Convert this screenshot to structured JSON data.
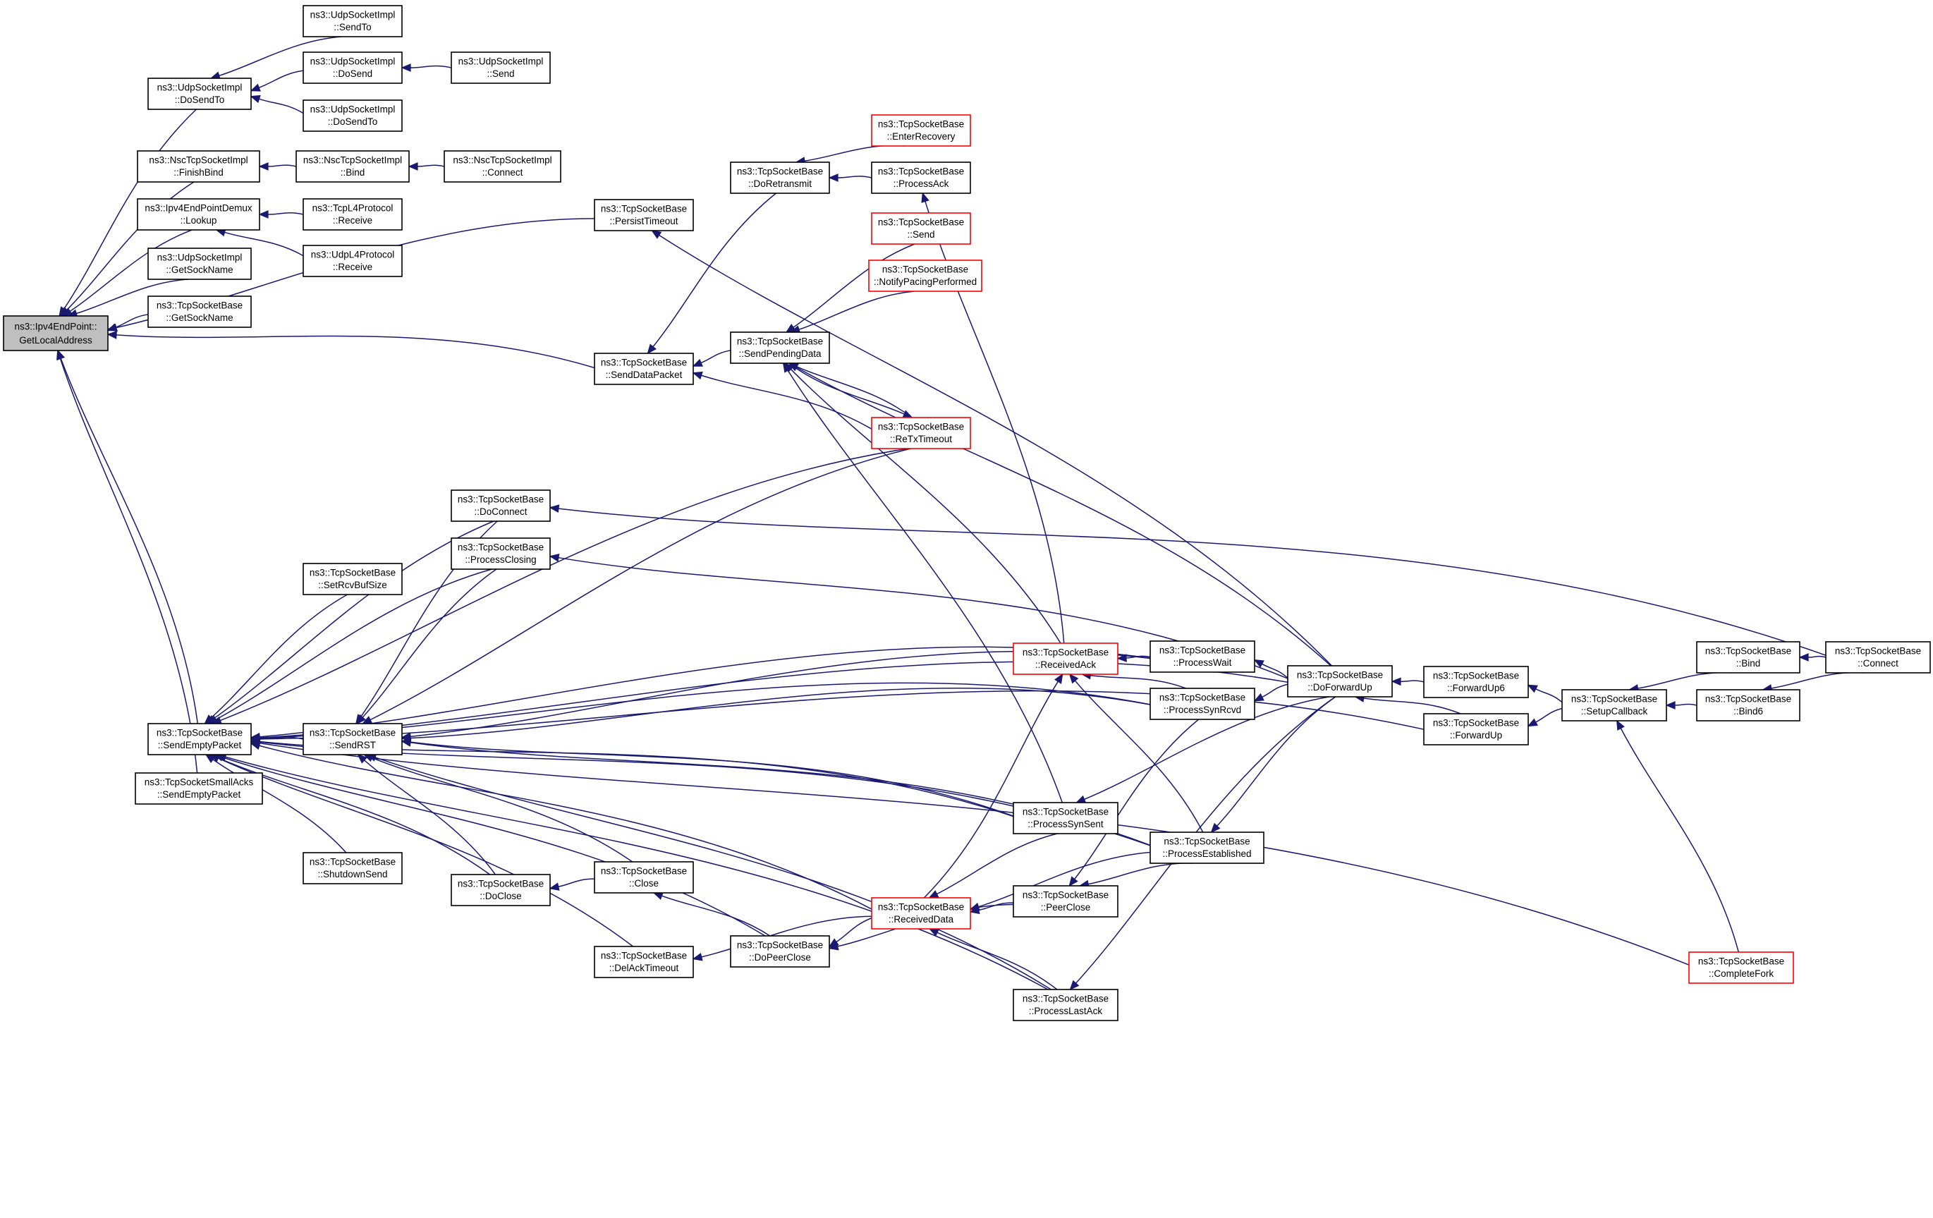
{
  "graph": {
    "title": "",
    "edge_color": "#191970",
    "truncated_border_color": "#ff0000",
    "root_fill": "#bfbfbf",
    "nodes": [
      {
        "id": "root",
        "l1": "ns3::Ipv4EndPoint::",
        "l2": "GetLocalAddress",
        "style": "root"
      },
      {
        "id": "udp_dosendto",
        "l1": "ns3::UdpSocketImpl",
        "l2": "::DoSendTo"
      },
      {
        "id": "udp_sendto",
        "l1": "ns3::UdpSocketImpl",
        "l2": "::SendTo"
      },
      {
        "id": "udp_dosend",
        "l1": "ns3::UdpSocketImpl",
        "l2": "::DoSend"
      },
      {
        "id": "udp_send",
        "l1": "ns3::UdpSocketImpl",
        "l2": "::Send"
      },
      {
        "id": "udp_dosendto2",
        "l1": "ns3::UdpSocketImpl",
        "l2": "::DoSendTo"
      },
      {
        "id": "nsc_finishbind",
        "l1": "ns3::NscTcpSocketImpl",
        "l2": "::FinishBind"
      },
      {
        "id": "nsc_bind",
        "l1": "ns3::NscTcpSocketImpl",
        "l2": "::Bind"
      },
      {
        "id": "nsc_connect",
        "l1": "ns3::NscTcpSocketImpl",
        "l2": "::Connect"
      },
      {
        "id": "demux_lookup",
        "l1": "ns3::Ipv4EndPointDemux",
        "l2": "::Lookup"
      },
      {
        "id": "tcpl4_receive",
        "l1": "ns3::TcpL4Protocol",
        "l2": "::Receive"
      },
      {
        "id": "udpl4_receive",
        "l1": "ns3::UdpL4Protocol",
        "l2": "::Receive"
      },
      {
        "id": "udp_getsockname",
        "l1": "ns3::UdpSocketImpl",
        "l2": "::GetSockName"
      },
      {
        "id": "tcp_getsockname",
        "l1": "ns3::TcpSocketBase",
        "l2": "::GetSockName"
      },
      {
        "id": "persisttimeout",
        "l1": "ns3::TcpSocketBase",
        "l2": "::PersistTimeout"
      },
      {
        "id": "senddatapacket",
        "l1": "ns3::TcpSocketBase",
        "l2": "::SendDataPacket"
      },
      {
        "id": "doretransmit",
        "l1": "ns3::TcpSocketBase",
        "l2": "::DoRetransmit"
      },
      {
        "id": "enterrecovery",
        "l1": "ns3::TcpSocketBase",
        "l2": "::EnterRecovery",
        "style": "red"
      },
      {
        "id": "processack",
        "l1": "ns3::TcpSocketBase",
        "l2": "::ProcessAck"
      },
      {
        "id": "sendpendingdata",
        "l1": "ns3::TcpSocketBase",
        "l2": "::SendPendingData"
      },
      {
        "id": "tcp_send",
        "l1": "ns3::TcpSocketBase",
        "l2": "::Send",
        "style": "red"
      },
      {
        "id": "notifypacing",
        "l1": "ns3::TcpSocketBase",
        "l2": "::NotifyPacingPerformed",
        "style": "red"
      },
      {
        "id": "retxtimeout",
        "l1": "ns3::TcpSocketBase",
        "l2": "::ReTxTimeout",
        "style": "red"
      },
      {
        "id": "doconnect",
        "l1": "ns3::TcpSocketBase",
        "l2": "::DoConnect"
      },
      {
        "id": "processclosing",
        "l1": "ns3::TcpSocketBase",
        "l2": "::ProcessClosing"
      },
      {
        "id": "setrcvbufsize",
        "l1": "ns3::TcpSocketBase",
        "l2": "::SetRcvBufSize"
      },
      {
        "id": "sendemptypacket",
        "l1": "ns3::TcpSocketBase",
        "l2": "::SendEmptyPacket"
      },
      {
        "id": "smallacks",
        "l1": "ns3::TcpSocketSmallAcks",
        "l2": "::SendEmptyPacket"
      },
      {
        "id": "sendrst",
        "l1": "ns3::TcpSocketBase",
        "l2": "::SendRST"
      },
      {
        "id": "shutdownsend",
        "l1": "ns3::TcpSocketBase",
        "l2": "::ShutdownSend"
      },
      {
        "id": "doclose",
        "l1": "ns3::TcpSocketBase",
        "l2": "::DoClose"
      },
      {
        "id": "close",
        "l1": "ns3::TcpSocketBase",
        "l2": "::Close"
      },
      {
        "id": "delacktimeout",
        "l1": "ns3::TcpSocketBase",
        "l2": "::DelAckTimeout"
      },
      {
        "id": "dopeerclose",
        "l1": "ns3::TcpSocketBase",
        "l2": "::DoPeerClose"
      },
      {
        "id": "receivedack",
        "l1": "ns3::TcpSocketBase",
        "l2": "::ReceivedAck",
        "style": "red"
      },
      {
        "id": "receiveddata",
        "l1": "ns3::TcpSocketBase",
        "l2": "::ReceivedData",
        "style": "red"
      },
      {
        "id": "processwait",
        "l1": "ns3::TcpSocketBase",
        "l2": "::ProcessWait"
      },
      {
        "id": "processsynrcvd",
        "l1": "ns3::TcpSocketBase",
        "l2": "::ProcessSynRcvd"
      },
      {
        "id": "processsynsent",
        "l1": "ns3::TcpSocketBase",
        "l2": "::ProcessSynSent"
      },
      {
        "id": "processestablished",
        "l1": "ns3::TcpSocketBase",
        "l2": "::ProcessEstablished"
      },
      {
        "id": "peerclose",
        "l1": "ns3::TcpSocketBase",
        "l2": "::PeerClose"
      },
      {
        "id": "processlastack",
        "l1": "ns3::TcpSocketBase",
        "l2": "::ProcessLastAck"
      },
      {
        "id": "doforwardup",
        "l1": "ns3::TcpSocketBase",
        "l2": "::DoForwardUp"
      },
      {
        "id": "forwardup6",
        "l1": "ns3::TcpSocketBase",
        "l2": "::ForwardUp6"
      },
      {
        "id": "forwardup",
        "l1": "ns3::TcpSocketBase",
        "l2": "::ForwardUp"
      },
      {
        "id": "setupcallback",
        "l1": "ns3::TcpSocketBase",
        "l2": "::SetupCallback"
      },
      {
        "id": "tcp_bind",
        "l1": "ns3::TcpSocketBase",
        "l2": "::Bind"
      },
      {
        "id": "tcp_bind6",
        "l1": "ns3::TcpSocketBase",
        "l2": "::Bind6"
      },
      {
        "id": "tcp_connect",
        "l1": "ns3::TcpSocketBase",
        "l2": "::Connect"
      },
      {
        "id": "completefork",
        "l1": "ns3::TcpSocketBase",
        "l2": "::CompleteFork",
        "style": "red"
      }
    ]
  }
}
